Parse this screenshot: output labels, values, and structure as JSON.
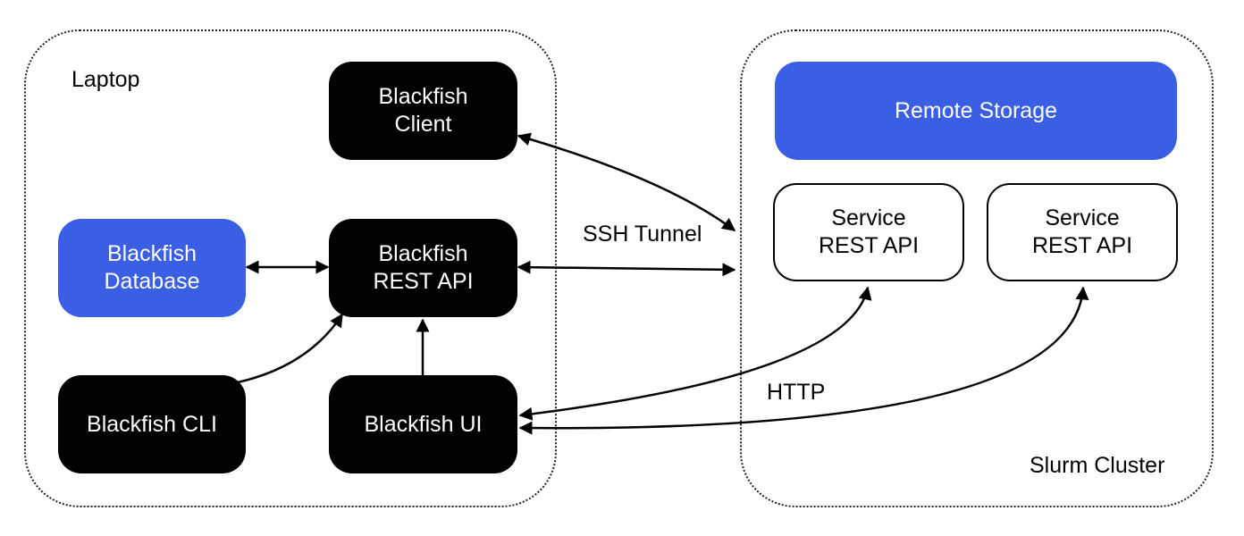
{
  "colors": {
    "dark_node": "#000000",
    "blue_node": "#3a5fe5",
    "light_node": "#ffffff",
    "line": "#000000"
  },
  "groups": {
    "laptop": {
      "label": "Laptop"
    },
    "cluster": {
      "label": "Slurm Cluster"
    }
  },
  "nodes": {
    "client": {
      "label": "Blackfish\nClient"
    },
    "database": {
      "label": "Blackfish\nDatabase"
    },
    "rest_api": {
      "label": "Blackfish\nREST API"
    },
    "cli": {
      "label": "Blackfish CLI"
    },
    "ui": {
      "label": "Blackfish UI"
    },
    "remote_storage": {
      "label": "Remote  Storage"
    },
    "service_1": {
      "label": "Service\nREST API"
    },
    "service_2": {
      "label": "Service\nREST API"
    }
  },
  "edge_labels": {
    "ssh": "SSH Tunnel",
    "http": "HTTP"
  }
}
